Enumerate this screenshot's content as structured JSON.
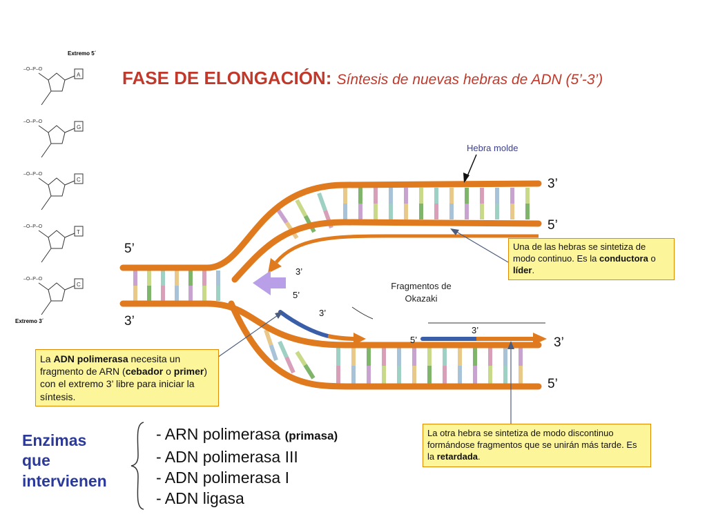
{
  "title": {
    "bold": "FASE DE ELONGACIÓN:",
    "italic": "Síntesis de nuevas hebras de ADN (5’-3’)"
  },
  "nucleotide_chain": {
    "top_label": "Extremo 5´",
    "bottom_label": "Extremo 3´",
    "bases": [
      "A",
      "G",
      "C",
      "T",
      "C"
    ]
  },
  "labels": {
    "hebra_molde": "Hebra molde",
    "fragmentos": "Fragmentos de Okazaki"
  },
  "ends": {
    "top_right_3": "3’",
    "top_right_5": "5’",
    "left_5": "5’",
    "left_3": "3’",
    "lower_right_3": "3’",
    "lower_right_5": "5’",
    "inner_3a": "3’",
    "inner_5": "5’",
    "inner_3b": "3’",
    "frag_5": "5’",
    "frag_3": "3’"
  },
  "boxes": {
    "continuous": {
      "t1": "Una de las hebras se sintetiza de modo continuo. Es la ",
      "b1": "conductora",
      "t2": " o ",
      "b2": "líder",
      "t3": "."
    },
    "polimerasa": {
      "t1": "La ",
      "b1": "ADN polimerasa",
      "t2": " necesita un fragmento de ARN (",
      "b2": "cebador",
      "t3": " o ",
      "b3": "primer",
      "t4": ") con el extremo 3’ libre para iniciar la síntesis."
    },
    "discontinuous": {
      "t1": "La otra hebra se sintetiza de modo discontinuo formándose fragmentos que se unirán más tarde. Es la ",
      "b1": "retardada",
      "t2": "."
    }
  },
  "enzimas": {
    "title": [
      "Enzimas",
      "que",
      "intervienen"
    ],
    "items": [
      {
        "text": "- ARN polimerasa ",
        "extra": "(primasa)"
      },
      {
        "text": "- ADN polimerasa III",
        "extra": ""
      },
      {
        "text": "- ADN polimerasa I",
        "extra": ""
      },
      {
        "text": "- ADN ligasa",
        "extra": ""
      }
    ]
  },
  "colors": {
    "title": "#c0392b",
    "strand_orange": "#e07a1e",
    "primer_blue": "#3a5ea8",
    "box_fill": "#fdf59a",
    "box_border": "#e08a00",
    "enzimas_title": "#2b3a9a",
    "direction_arrow": "#b89fe8"
  }
}
